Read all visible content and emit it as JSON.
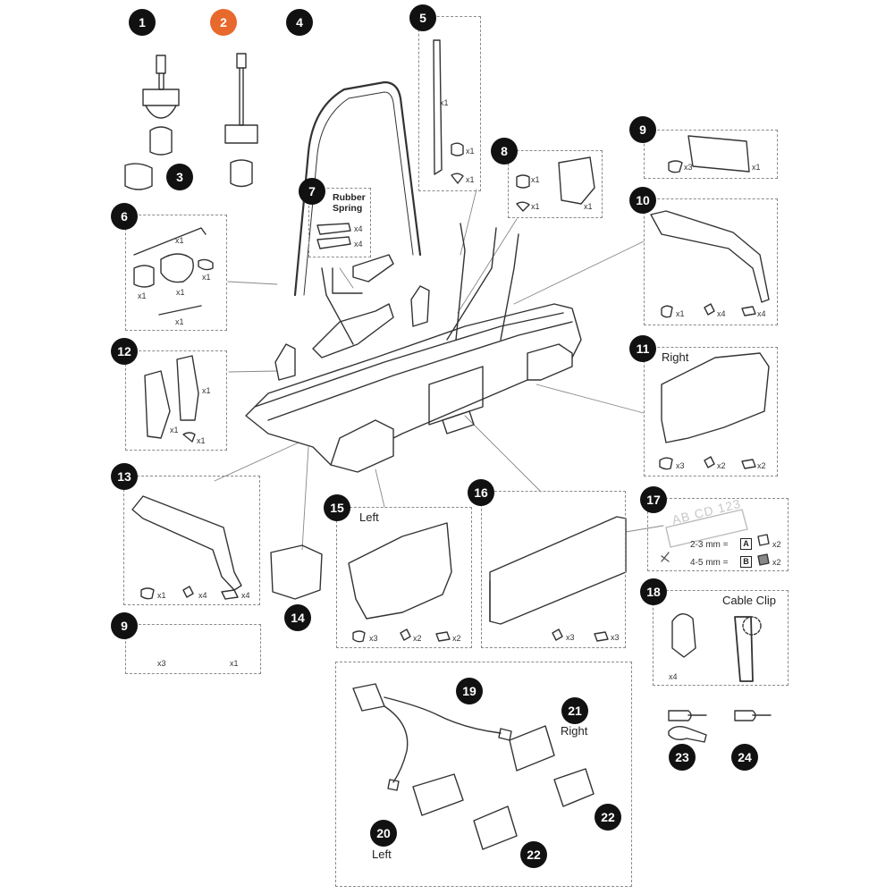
{
  "callouts": [
    {
      "id": "1",
      "highlight": false
    },
    {
      "id": "2",
      "highlight": true
    },
    {
      "id": "3",
      "highlight": false
    },
    {
      "id": "4",
      "highlight": false
    },
    {
      "id": "5",
      "highlight": false
    },
    {
      "id": "6",
      "highlight": false
    },
    {
      "id": "7",
      "highlight": false
    },
    {
      "id": "8",
      "highlight": false
    },
    {
      "id": "9",
      "highlight": false
    },
    {
      "id": "9",
      "highlight": false
    },
    {
      "id": "10",
      "highlight": false
    },
    {
      "id": "11",
      "highlight": false
    },
    {
      "id": "12",
      "highlight": false
    },
    {
      "id": "13",
      "highlight": false
    },
    {
      "id": "14",
      "highlight": false
    },
    {
      "id": "15",
      "highlight": false
    },
    {
      "id": "16",
      "highlight": false
    },
    {
      "id": "17",
      "highlight": false
    },
    {
      "id": "18",
      "highlight": false
    },
    {
      "id": "19",
      "highlight": false
    },
    {
      "id": "20",
      "highlight": false
    },
    {
      "id": "21",
      "highlight": false
    },
    {
      "id": "22",
      "highlight": false
    },
    {
      "id": "22",
      "highlight": false
    },
    {
      "id": "23",
      "highlight": false
    },
    {
      "id": "24",
      "highlight": false
    }
  ],
  "labels": {
    "rubber_spring": "Rubber Spring",
    "right_11": "Right",
    "left_15": "Left",
    "cable_clip": "Cable Clip",
    "right_21": "Right",
    "left_20": "Left",
    "plate_text": "AB CD 123",
    "size_a": "2-3 mm =",
    "size_b": "4-5 mm =",
    "tag_a": "A",
    "tag_b": "B"
  },
  "quantities": {
    "p5_strap": "x1",
    "p5_nut": "x1",
    "p5_bolt": "x1",
    "p6_key": "x1",
    "p6_spacer": "x1",
    "p6_knob": "x1",
    "p6_washer": "x1",
    "p6_bolt": "x1",
    "p7_spring_a": "x4",
    "p7_spring_b": "x4",
    "p8_nut": "x1",
    "p8_screw": "x1",
    "p8_part": "x1",
    "p9a_screw": "x3",
    "p9a_part": "x1",
    "p10_screw": "x1",
    "p10_rivet": "x4",
    "p10_clip": "x4",
    "p11_screw": "x3",
    "p11_rivet": "x2",
    "p11_clip": "x2",
    "p12_part": "x1",
    "p12_part2": "x1",
    "p12_screw": "x1",
    "p13_screw": "x1",
    "p13_rivet": "x4",
    "p13_clip": "x4",
    "p15_screw": "x3",
    "p15_rivet": "x2",
    "p15_clip": "x2",
    "p16_rivet": "x3",
    "p16_clip": "x3",
    "p17_a": "x2",
    "p17_b": "x2",
    "p18_clip": "x4",
    "p9b_screw": "x3",
    "p9b_part": "x1"
  }
}
